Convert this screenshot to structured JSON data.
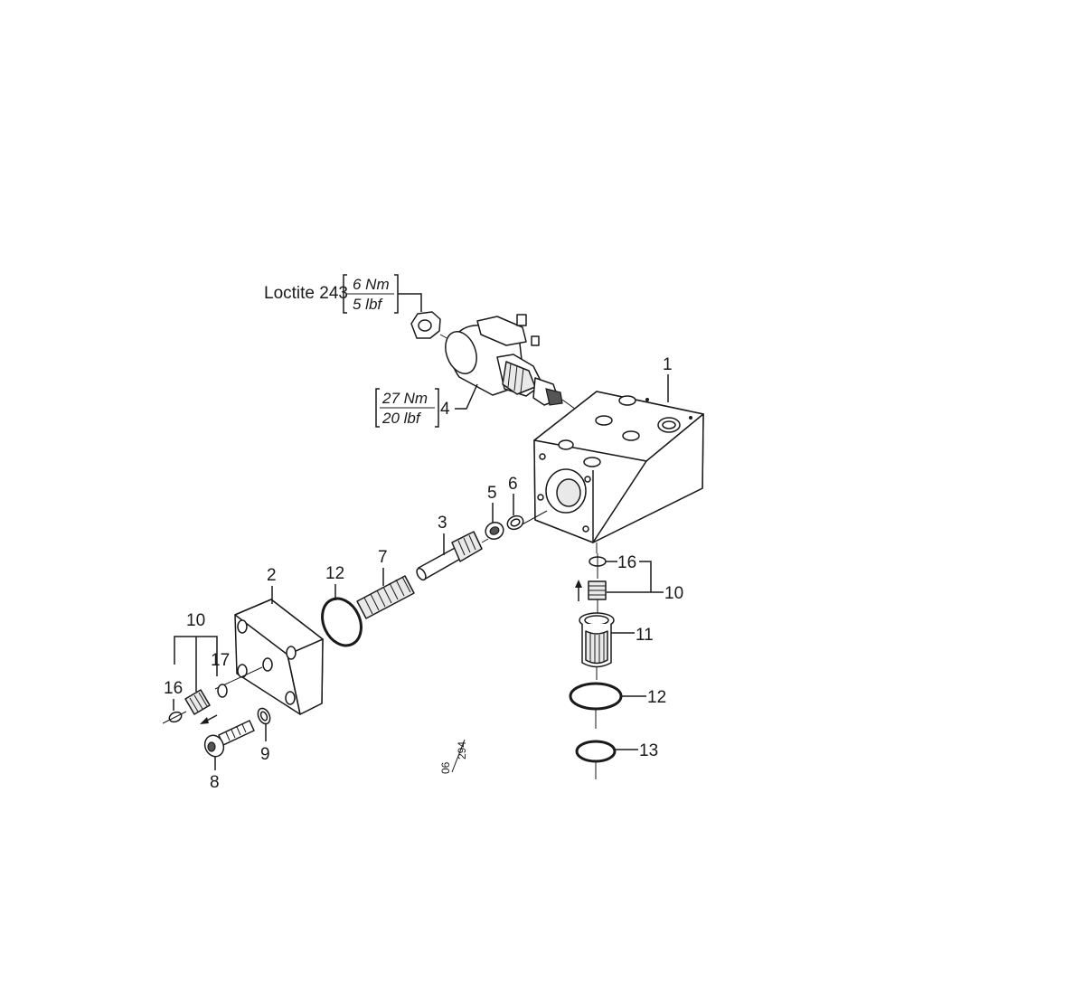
{
  "diagram": {
    "drawing_ref": {
      "top": "06",
      "bottom": "294"
    },
    "torque_blocks": [
      {
        "prefix": "Loctite 243",
        "line1": "6 Nm",
        "line2": "5 lbf"
      },
      {
        "prefix": "",
        "line1": "27 Nm",
        "line2": "20 lbf"
      }
    ],
    "callouts": {
      "c1": "1",
      "c2": "2",
      "c3": "3",
      "c4": "4",
      "c5": "5",
      "c6": "6",
      "c7": "7",
      "c8": "8",
      "c9": "9",
      "c10_left": "10",
      "c10_right": "10",
      "c11": "11",
      "c12_left": "12",
      "c12_right": "12",
      "c13": "13",
      "c16_left": "16",
      "c16_right": "16",
      "c17": "17"
    }
  }
}
